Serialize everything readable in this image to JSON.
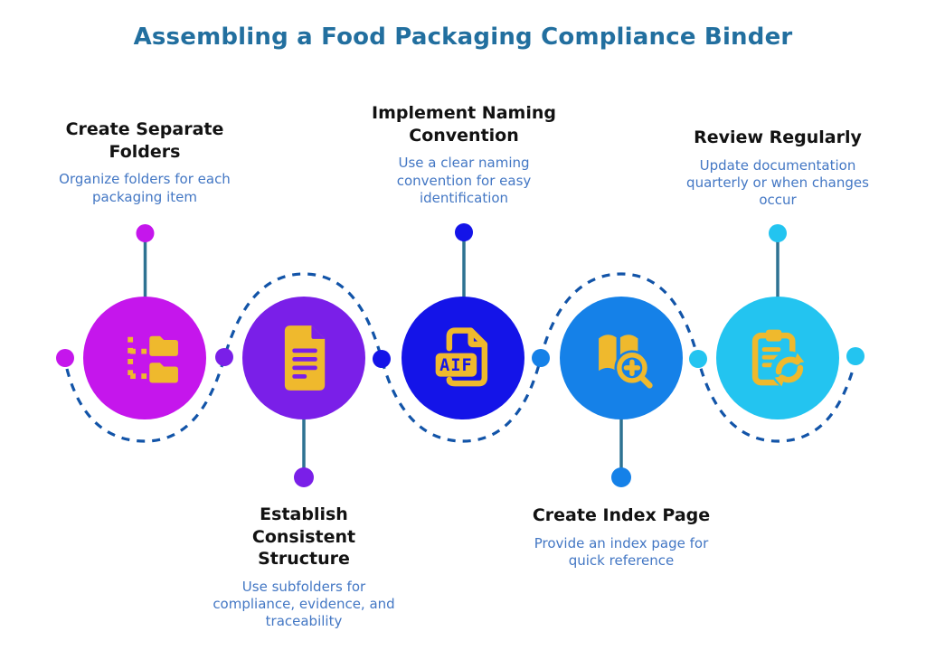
{
  "title": "Assembling a Food Packaging Compliance Binder",
  "colors": {
    "title_text": "#226f9f",
    "heading_text": "#121212",
    "subtitle_text": "#4377c4",
    "dashed_path": "#1254a8",
    "stem_line": "#2e7292",
    "icon_gold": "#efb92d"
  },
  "steps": [
    {
      "heading": "Create Separate\nFolders",
      "subtitle": "Organize folders for each\npackaging item",
      "color": "#c516ec",
      "icon": "folder-tree-icon",
      "label_position": "top"
    },
    {
      "heading": "Establish\nConsistent\nStructure",
      "subtitle": "Use subfolders for\ncompliance, evidence, and\ntraceability",
      "color": "#7a1fe8",
      "icon": "document-lines-icon",
      "label_position": "bottom"
    },
    {
      "heading": "Implement Naming\nConvention",
      "subtitle": "Use a clear naming\nconvention for easy\nidentification",
      "color": "#1414e8",
      "icon": "aif-file-icon",
      "icon_text": "AIF",
      "label_position": "top"
    },
    {
      "heading": "Create Index Page",
      "subtitle": "Provide an index page for\nquick reference",
      "color": "#1581e8",
      "icon": "book-magnifier-plus-icon",
      "label_position": "bottom"
    },
    {
      "heading": "Review Regularly",
      "subtitle": "Update documentation\nquarterly or when changes\noccur",
      "color": "#23c4f0",
      "icon": "clipboard-refresh-icon",
      "label_position": "top"
    }
  ]
}
